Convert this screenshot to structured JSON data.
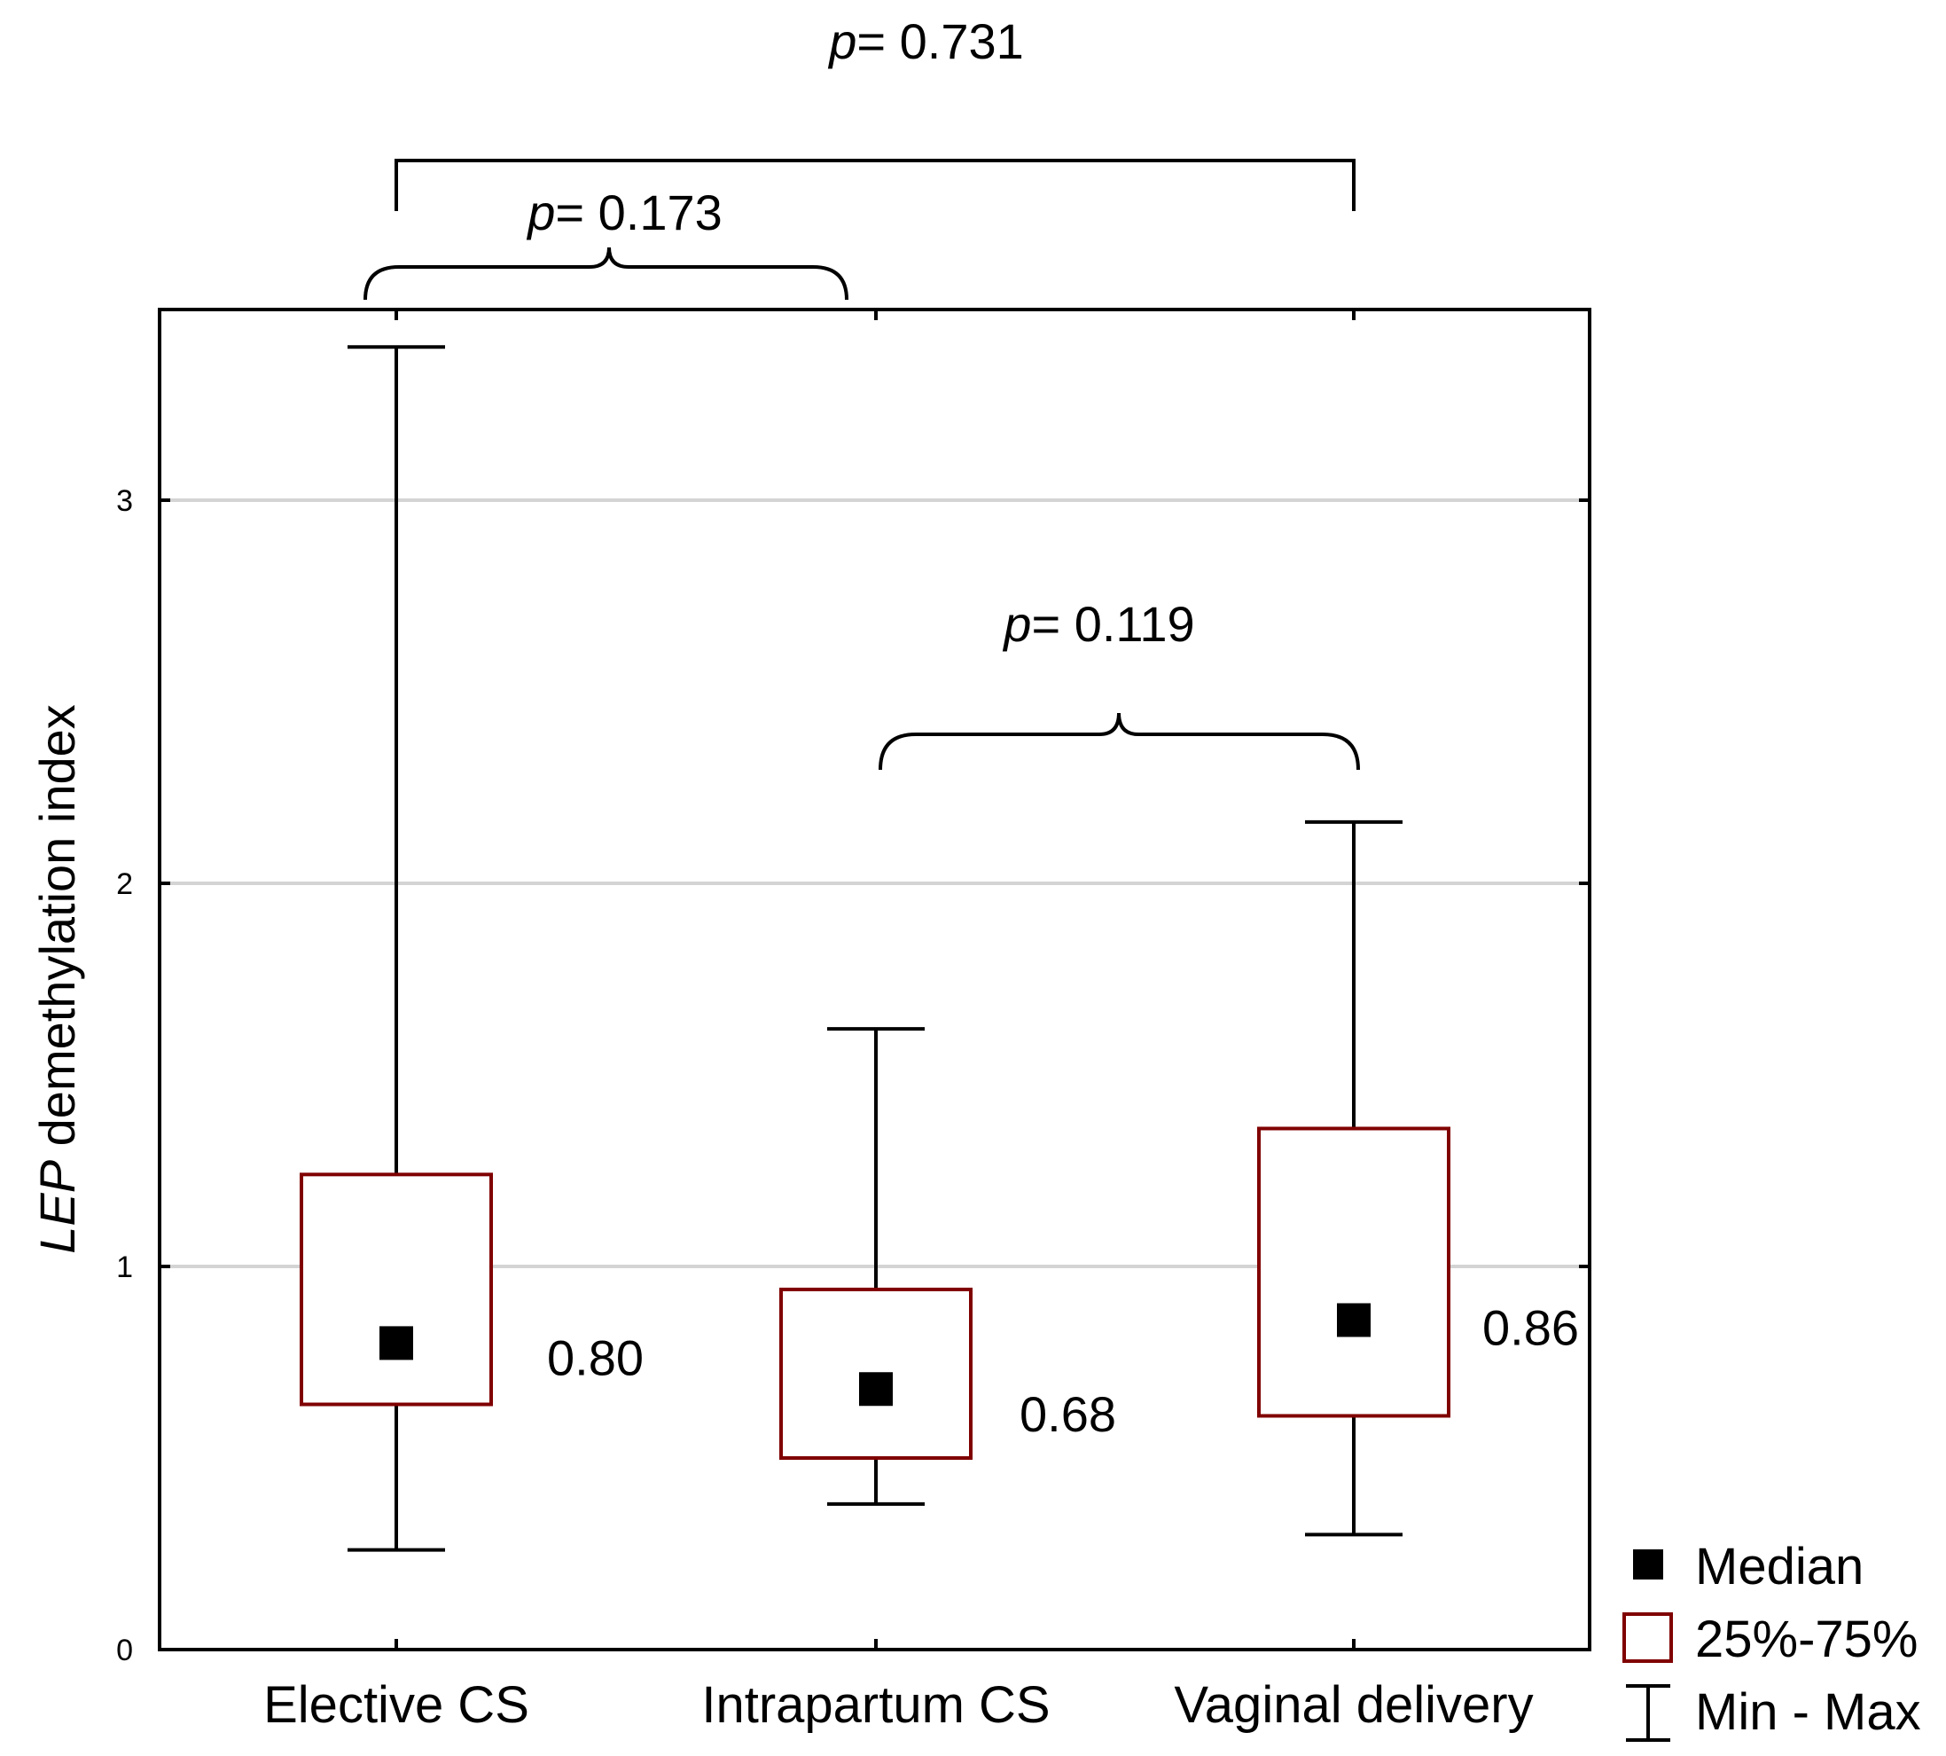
{
  "chart_data": {
    "type": "boxplot",
    "ylabel_italic": "LEP",
    "ylabel_rest": " demethylation index",
    "ylim": [
      0,
      3.5
    ],
    "yticks": [
      "0",
      "1",
      "2",
      "3"
    ],
    "grid": "horizontal",
    "categories": [
      "Elective CS",
      "Intrapartum CS",
      "Vaginal delivery"
    ],
    "boxes": [
      {
        "category": "Elective CS",
        "min": 0.26,
        "q1": 0.64,
        "median": 0.8,
        "q3": 1.24,
        "max": 3.4,
        "median_label": "0.80"
      },
      {
        "category": "Intrapartum CS",
        "min": 0.38,
        "q1": 0.5,
        "median": 0.68,
        "q3": 0.94,
        "max": 1.62,
        "median_label": "0.68"
      },
      {
        "category": "Vaginal delivery",
        "min": 0.3,
        "q1": 0.61,
        "median": 0.86,
        "q3": 1.36,
        "max": 2.16,
        "median_label": "0.86"
      }
    ],
    "comparisons": [
      {
        "pair": [
          "Elective CS",
          "Vaginal delivery"
        ],
        "p_prefix": "p",
        "p_text": "= 0.731"
      },
      {
        "pair": [
          "Elective CS",
          "Intrapartum CS"
        ],
        "p_prefix": "p",
        "p_text": "= 0.173"
      },
      {
        "pair": [
          "Intrapartum CS",
          "Vaginal delivery"
        ],
        "p_prefix": "p",
        "p_text": "= 0.119"
      }
    ],
    "legend": {
      "position": "bottom-right",
      "items": [
        "Median",
        "25%-75%",
        "Min - Max"
      ]
    },
    "colors": {
      "box_stroke": "#800000",
      "median_fill": "#000000",
      "grid": "#d4d4d4",
      "axis": "#000000"
    }
  }
}
